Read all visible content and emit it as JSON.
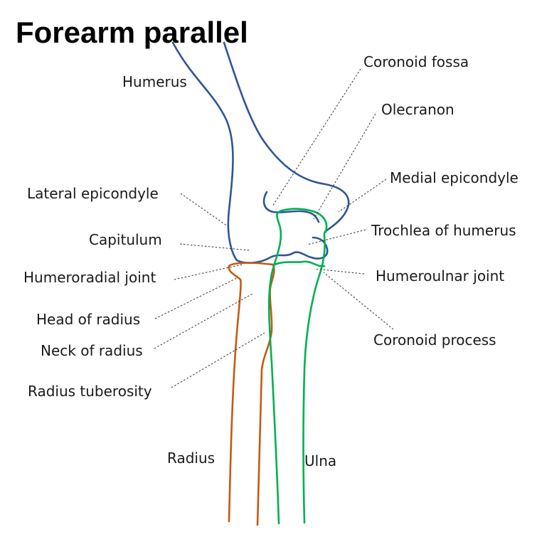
{
  "title": "Forearm parallel",
  "colors": {
    "humerus": "#2f5597",
    "radius": "#c55a11",
    "ulna": "#00b050",
    "leader": "#333333",
    "text": "#1a1a1a"
  },
  "labels": {
    "humerus": "Humerus",
    "coronoid_fossa": "Coronoid fossa",
    "olecranon": "Olecranon",
    "medial_epicondyle": "Medial epicondyle",
    "lateral_epicondyle": "Lateral epicondyle",
    "trochlea_of_humerus": "Trochlea of humerus",
    "capitulum": "Capitulum",
    "humeroradial_joint": "Humeroradial joint",
    "humeroulnar_joint": "Humeroulnar joint",
    "head_of_radius": "Head of radius",
    "coronoid_process": "Coronoid process",
    "neck_of_radius": "Neck of radius",
    "radius_tuberosity": "Radius tuberosity",
    "radius": "Radius",
    "ulna": "Ulna"
  }
}
